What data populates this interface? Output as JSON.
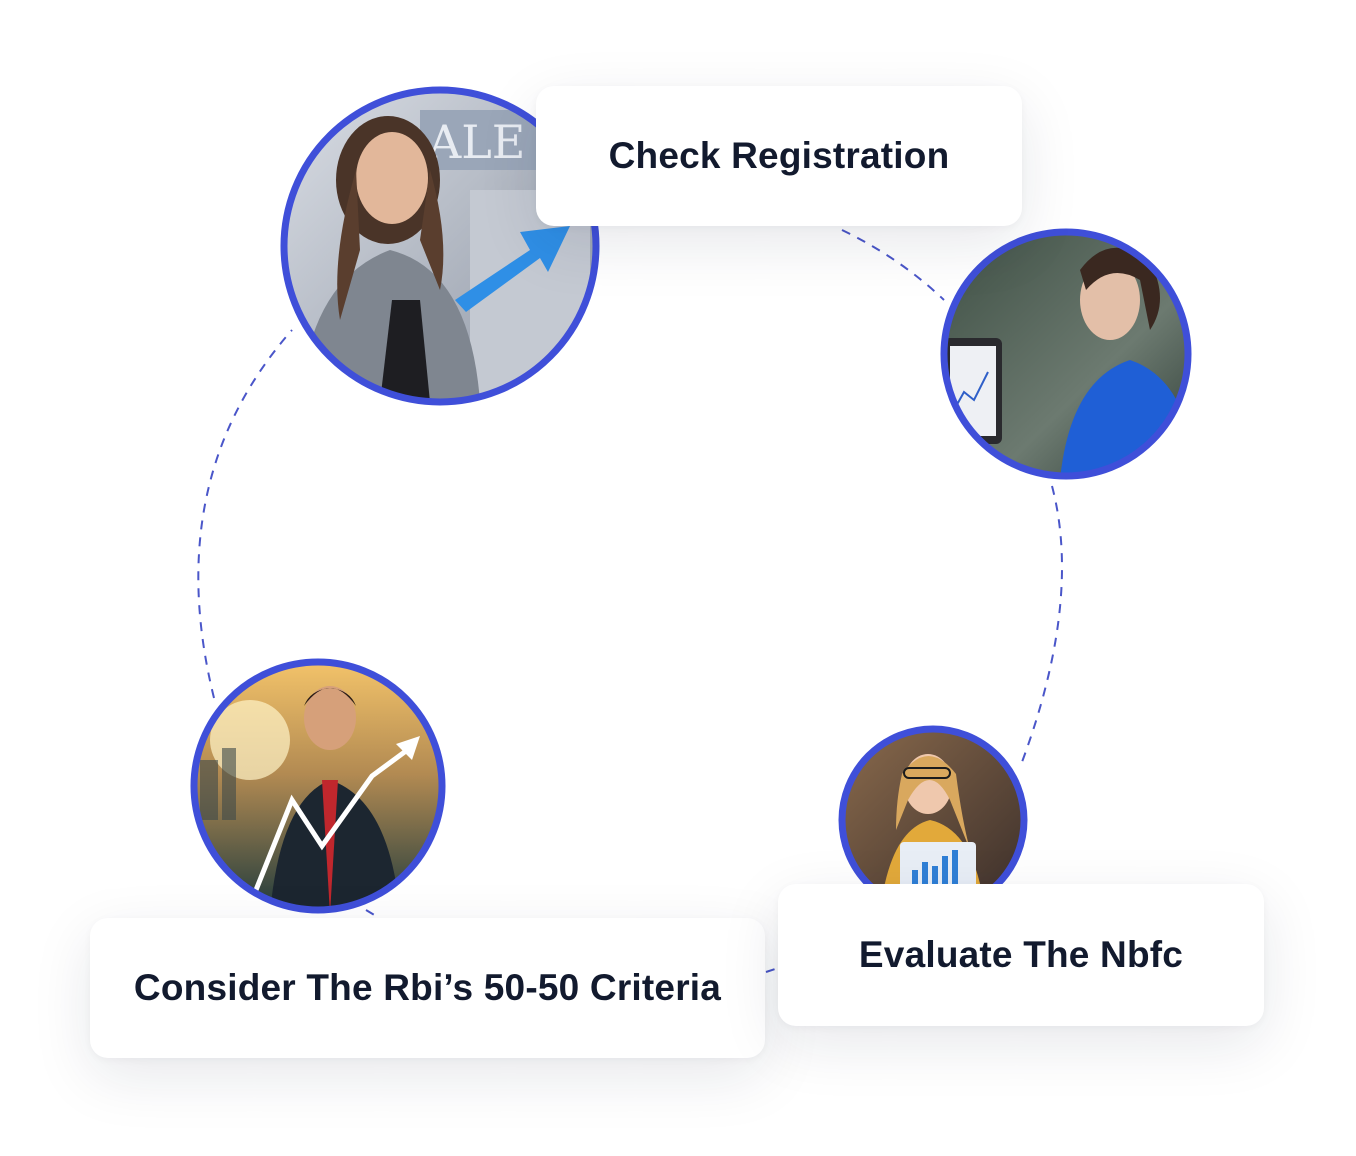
{
  "steps": [
    {
      "label": "Check Registration",
      "photo": "woman-holding-blue-arrow"
    },
    {
      "label": "Evaluate The Nbfc",
      "photo": "woman-with-tablet-chart"
    },
    {
      "label": "Consider The Rbi’s 50-50 Criteria",
      "photo": "man-with-growth-chart"
    }
  ],
  "colors": {
    "ring": "#3f4fd9",
    "dashed_connector": "#4a56c9",
    "label_text": "#121a2e",
    "card_bg": "#ffffff"
  }
}
